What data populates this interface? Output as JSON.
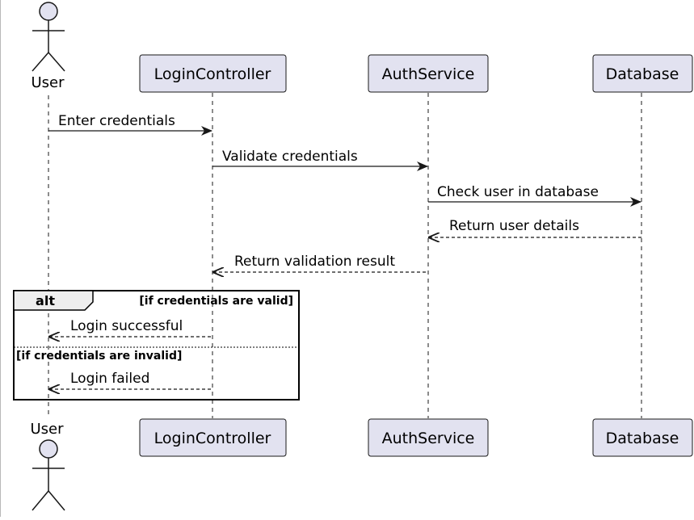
{
  "diagram": {
    "participants": [
      {
        "id": "user",
        "label": "User",
        "kind": "actor"
      },
      {
        "id": "login",
        "label": "LoginController",
        "kind": "participant"
      },
      {
        "id": "auth",
        "label": "AuthService",
        "kind": "participant"
      },
      {
        "id": "db",
        "label": "Database",
        "kind": "participant"
      }
    ],
    "messages": [
      {
        "from": "user",
        "to": "login",
        "label": "Enter credentials",
        "style": "solid"
      },
      {
        "from": "login",
        "to": "auth",
        "label": "Validate credentials",
        "style": "solid"
      },
      {
        "from": "auth",
        "to": "db",
        "label": "Check user in database",
        "style": "solid"
      },
      {
        "from": "db",
        "to": "auth",
        "label": "Return user details",
        "style": "dashed"
      },
      {
        "from": "auth",
        "to": "login",
        "label": "Return validation result",
        "style": "dashed"
      },
      {
        "from": "login",
        "to": "user",
        "label": "Login successful",
        "style": "dashed"
      },
      {
        "from": "login",
        "to": "user",
        "label": "Login failed",
        "style": "dashed"
      }
    ],
    "alt": {
      "keyword": "alt",
      "guard_valid": "[if credentials are valid]",
      "guard_invalid": "[if credentials are invalid]"
    },
    "colors": {
      "participant_fill": "#e2e2f0",
      "participant_border": "#181818",
      "lifeline": "#181818",
      "alt_header_fill": "#eeeeee"
    }
  }
}
